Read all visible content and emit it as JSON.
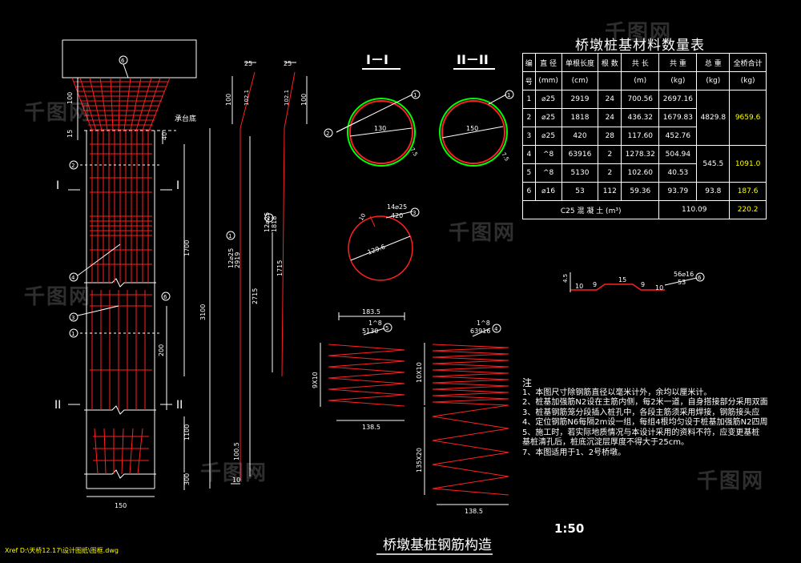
{
  "table": {
    "title": "桥墩桩基材料数量表",
    "headers": [
      [
        "编",
        "直 径",
        "单根长度",
        "根 数",
        "共 长",
        "共 重",
        "总 重",
        "全桥合计"
      ],
      [
        "号",
        "(mm)",
        "(cm)",
        "",
        "(m)",
        "(kg)",
        "(kg)",
        "(kg)"
      ]
    ],
    "rows": [
      [
        "1",
        "⌀25",
        "2919",
        "24",
        "700.56",
        "2697.16"
      ],
      [
        "2",
        "⌀25",
        "1818",
        "24",
        "436.32",
        "1679.83"
      ],
      [
        "3",
        "⌀25",
        "420",
        "28",
        "117.60",
        "452.76"
      ],
      [
        "4",
        "^8",
        "63916",
        "2",
        "1278.32",
        "504.94"
      ],
      [
        "5",
        "^8",
        "5130",
        "2",
        "102.60",
        "40.53"
      ],
      [
        "6",
        "⌀16",
        "53",
        "112",
        "59.36",
        "93.79"
      ]
    ],
    "merged": {
      "total_1_3": "4829.8",
      "grand_1_3": "9659.6",
      "total_4_5": "545.5",
      "grand_4_5": "1091.0",
      "total_6": "93.8",
      "grand_6": "187.6"
    },
    "concrete": {
      "label": "C25 混 凝 土 (m³)",
      "total": "110.09",
      "grand": "220.2"
    }
  },
  "sections": {
    "sec1": "I－I",
    "sec2": "II－II",
    "marks": {
      "I": "I",
      "II": "II"
    }
  },
  "labels": {
    "cap_bottom": "承台底",
    "dims_left": [
      "100",
      "15",
      "40",
      "1700",
      "3100",
      "200",
      "1100",
      "300",
      "150"
    ],
    "bar1": "102.1",
    "bar1b": "102.1",
    "bar_top": "25",
    "bar_top2": "25",
    "bar_100": "100",
    "bar_100b": "100",
    "dim_2715": "2715",
    "dim_1715": "1715",
    "bar1_spec": "12⌀25",
    "bar1_len": "2919",
    "bar2_spec": "12⌀25",
    "bar2_len": "1818",
    "dim_1005": "100.5",
    "dim_10": "10",
    "circle1_dia": "130",
    "circle1_t": "7.5",
    "circle2_dia": "150",
    "circle2_t": "7.5",
    "circle3_spec": "14⌀25",
    "circle3_len": "420",
    "circle3_dia": "129.6",
    "circle3_10": "10",
    "hook_spec": "56⌀16",
    "hook_len": "53",
    "hook_45": "4.5",
    "hook_10a": "10",
    "hook_9a": "9",
    "hook_15": "15",
    "hook_9b": "9",
    "hook_10b": "10",
    "sp5_top": "183.5",
    "sp5_spec": "1^8",
    "sp5_len": "5130",
    "sp5_h": "9X10",
    "sp5_bot": "138.5",
    "sp4_spec": "1^8",
    "sp4_len": "63916",
    "sp4_h1": "10X10",
    "sp4_h2": "135X20",
    "sp4_bot": "138.5",
    "circle_nums": [
      "1",
      "2",
      "3",
      "4",
      "5",
      "6"
    ]
  },
  "notes": {
    "head": "注",
    "items": [
      "1、本图尺寸除钢筋直径以毫米计外，余均以厘米计。",
      "2、桩基加强筋N2设在主筋内侧，每2米一道，自身搭接部分采用双面",
      "3、桩基钢筋笼分段插入桩孔中，各段主筋须采用焊接，钢筋接头应",
      "4、定位钢筋N6每隔2m设一组，每组4根均匀设于桩基加强筋N2四周",
      "5、施工时，若实际地质情况与本设计采用的资料不符，应变更基桩",
      "   基桩清孔后，桩底沉淀层厚度不得大于25cm。",
      "7、本图适用于1、2号桥墩。"
    ]
  },
  "title": "桥墩基桩钢筋构造",
  "scale": "1:50",
  "xref": "Xref D:\\天桥12.17\\设计图纸\\图框.dwg",
  "watermark": "千图网",
  "colors": {
    "bar": "#ff2020",
    "line": "#ffffff",
    "green": "#00ff00",
    "yellow": "#ffff00"
  }
}
